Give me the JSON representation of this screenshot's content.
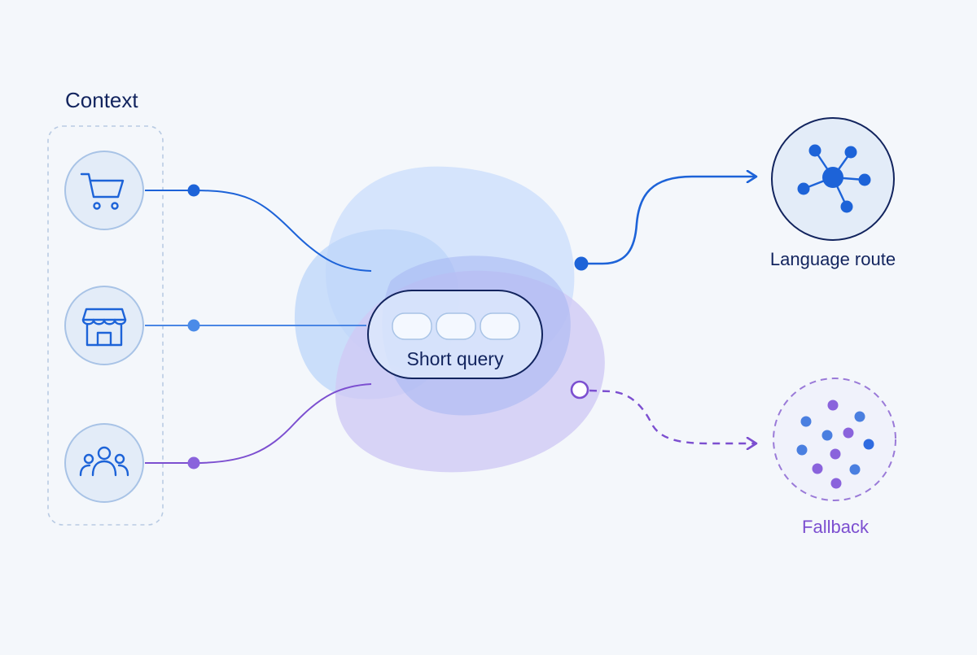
{
  "context": {
    "title": "Context",
    "items": [
      {
        "icon": "shopping-cart-icon"
      },
      {
        "icon": "storefront-icon"
      },
      {
        "icon": "people-group-icon"
      }
    ]
  },
  "query": {
    "label": "Short query"
  },
  "outputs": {
    "primary": {
      "label": "Language route",
      "icon": "network-hub-icon"
    },
    "fallback": {
      "label": "Fallback",
      "icon": "scattered-dots-icon"
    }
  },
  "colors": {
    "navy": "#12245e",
    "blue": "#1d63d8",
    "purple": "#7c4fd0",
    "background": "#f4f7fb"
  }
}
